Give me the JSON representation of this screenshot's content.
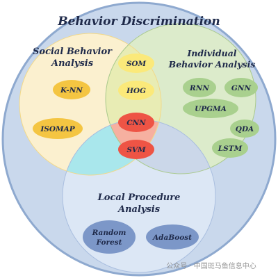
{
  "title": "Behavior Discrimination",
  "sets": {
    "social": {
      "title_line1": "Social Behavior",
      "title_line2": "Analysis"
    },
    "individual": {
      "title_line1": "Individual",
      "title_line2": "Behavior Analysis"
    },
    "local": {
      "title_line1": "Local Procedure",
      "title_line2": "Analysis"
    }
  },
  "methods": {
    "knn": "K-NN",
    "isomap": "ISOMAP",
    "som": "SOM",
    "hog": "HOG",
    "cnn": "CNN",
    "svm": "SVM",
    "rnn": "RNN",
    "gnn": "GNN",
    "upgma": "UPGMA",
    "qda": "QDA",
    "lstm": "LSTM",
    "random_forest_line1": "Random",
    "random_forest_line2": "Forest",
    "adaboost": "AdaBoost"
  },
  "watermark": "公众号 · 中国斑马鱼信息中心",
  "colors": {
    "outer_fill": "#c9d8ec",
    "outer_stroke": "#8ea9cf",
    "social_fill": "#fbf0cf",
    "individual_fill": "#dcebcb",
    "local_fill": "#dce7f5",
    "social_individual_overlap": "#e8ecb4",
    "social_local_overlap": "#a9e7ec",
    "individual_local_overlap": "#cbd7e9",
    "center_overlap": "#f6b0a0",
    "yellow_pill": "#fbe97a",
    "orange_pill": "#f4c542",
    "green_pill": "#a9d08e",
    "red_pill": "#ee5445",
    "blue_pill": "#7c97c8",
    "text_dark": "#1f2a4a"
  }
}
